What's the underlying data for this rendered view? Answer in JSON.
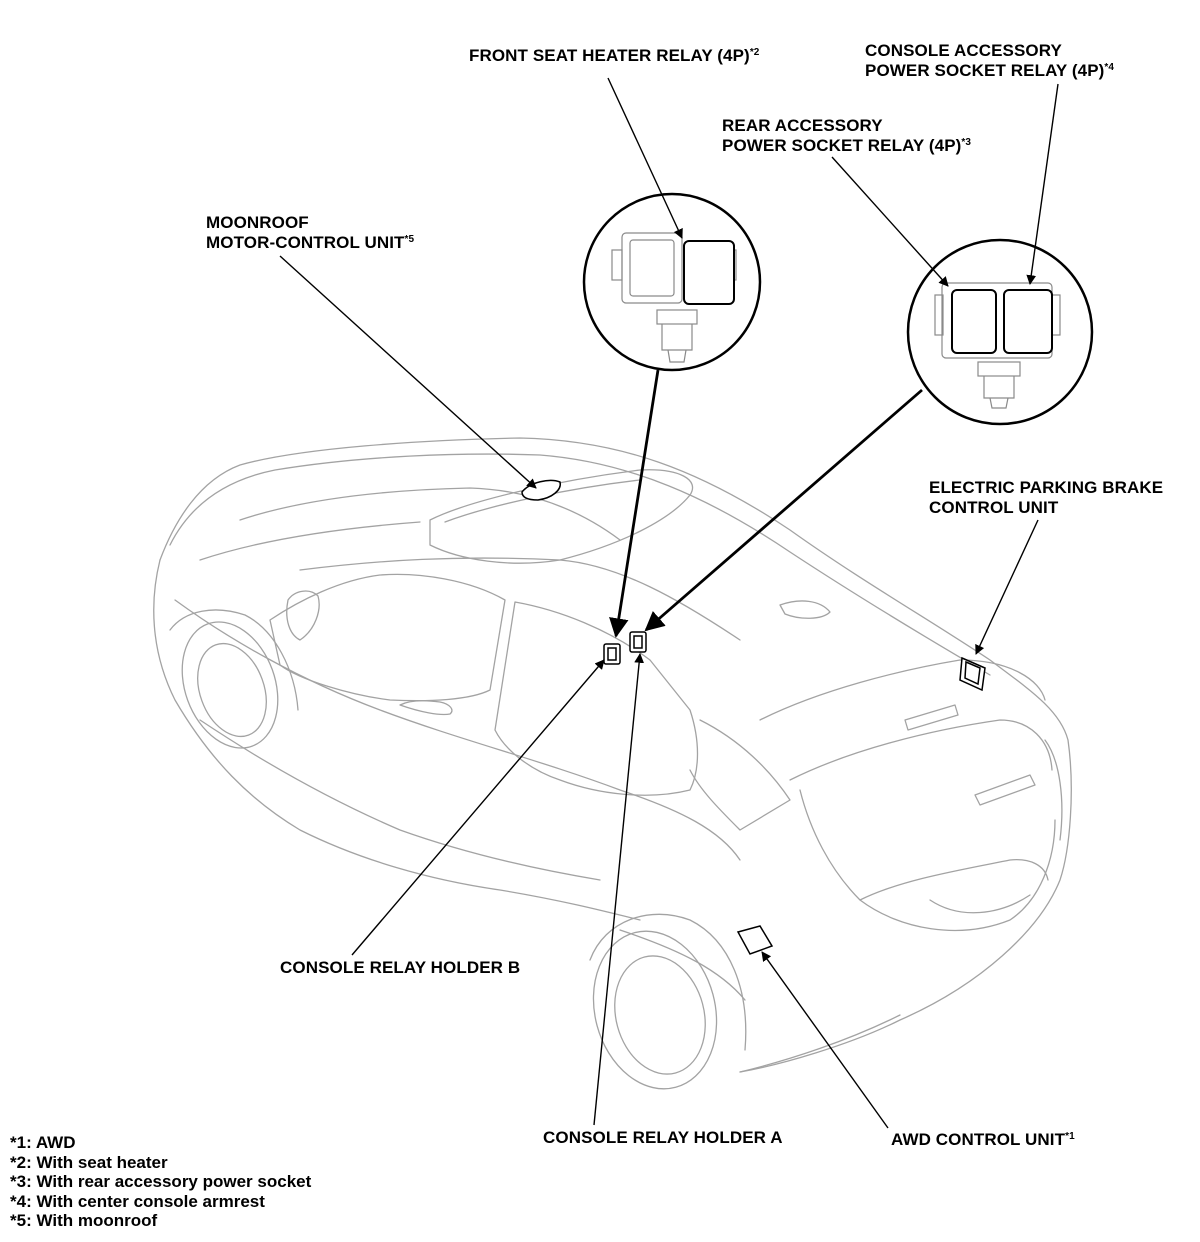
{
  "callouts": {
    "front_seat_heater_relay": {
      "line1": "FRONT SEAT HEATER RELAY (4P)",
      "sup": "*2"
    },
    "console_accessory_relay": {
      "line1": "CONSOLE ACCESSORY",
      "line2": "POWER SOCKET RELAY (4P)",
      "sup": "*4"
    },
    "rear_accessory_relay": {
      "line1": "REAR ACCESSORY",
      "line2": "POWER SOCKET RELAY (4P)",
      "sup": "*3"
    },
    "moonroof_unit": {
      "line1": "MOONROOF",
      "line2": "MOTOR-CONTROL UNIT",
      "sup": "*5"
    },
    "epb_control_unit": {
      "line1": "ELECTRIC PARKING BRAKE",
      "line2": "CONTROL UNIT"
    },
    "console_relay_holder_b": {
      "line1": "CONSOLE RELAY HOLDER B"
    },
    "console_relay_holder_a": {
      "line1": "CONSOLE RELAY HOLDER A"
    },
    "awd_control_unit": {
      "line1": "AWD CONTROL UNIT",
      "sup": "*1"
    }
  },
  "notes": [
    "*1: AWD",
    "*2: With seat heater",
    "*3: With rear accessory power socket",
    "*4: With center console armrest",
    "*5: With moonroof"
  ],
  "colors": {
    "ink": "#000000",
    "car_outline": "#9a9a9a",
    "relay_outline": "#8a8a8a"
  }
}
